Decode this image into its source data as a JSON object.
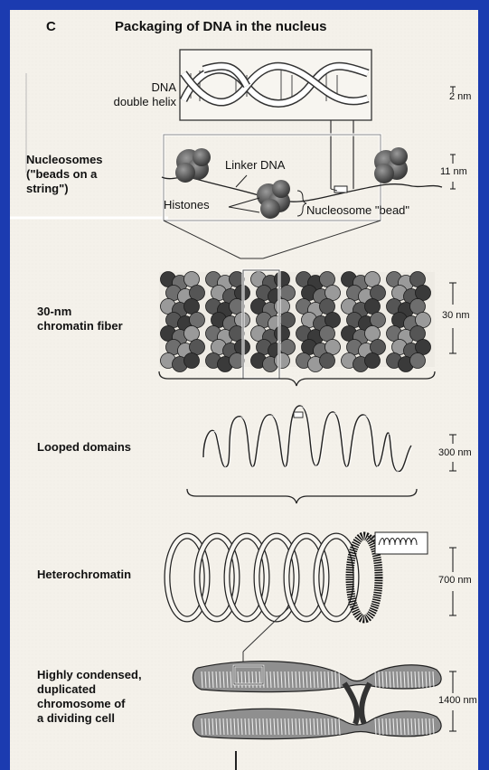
{
  "figure": {
    "panel_letter": "C",
    "title": "Packaging of DNA in the nucleus"
  },
  "labels": {
    "dna": {
      "line1": "DNA",
      "line2": "double helix"
    },
    "nucleosomes": {
      "line1": "Nucleosomes",
      "line2": "(\"beads on a",
      "line3": "string\")"
    },
    "linker_dna": "Linker DNA",
    "histones": "Histones",
    "nucleosome_bead": "Nucleosome \"bead\"",
    "fiber": {
      "line1": "30-nm",
      "line2": "chromatin fiber"
    },
    "looped_domains": "Looped domains",
    "heterochromatin": "Heterochromatin",
    "chromosome": {
      "line1": "Highly condensed,",
      "line2": "duplicated",
      "line3": "chromosome of",
      "line4": "a dividing cell"
    }
  },
  "scales": {
    "helix": "2 nm",
    "nucleosome": "11 nm",
    "fiber": "30 nm",
    "looped": "300 nm",
    "heterochromatin": "700 nm",
    "chromosome": "1400 nm"
  },
  "colors": {
    "frame": "#1b3bb0",
    "paper": "#f4f1ea",
    "ink": "#111111"
  }
}
